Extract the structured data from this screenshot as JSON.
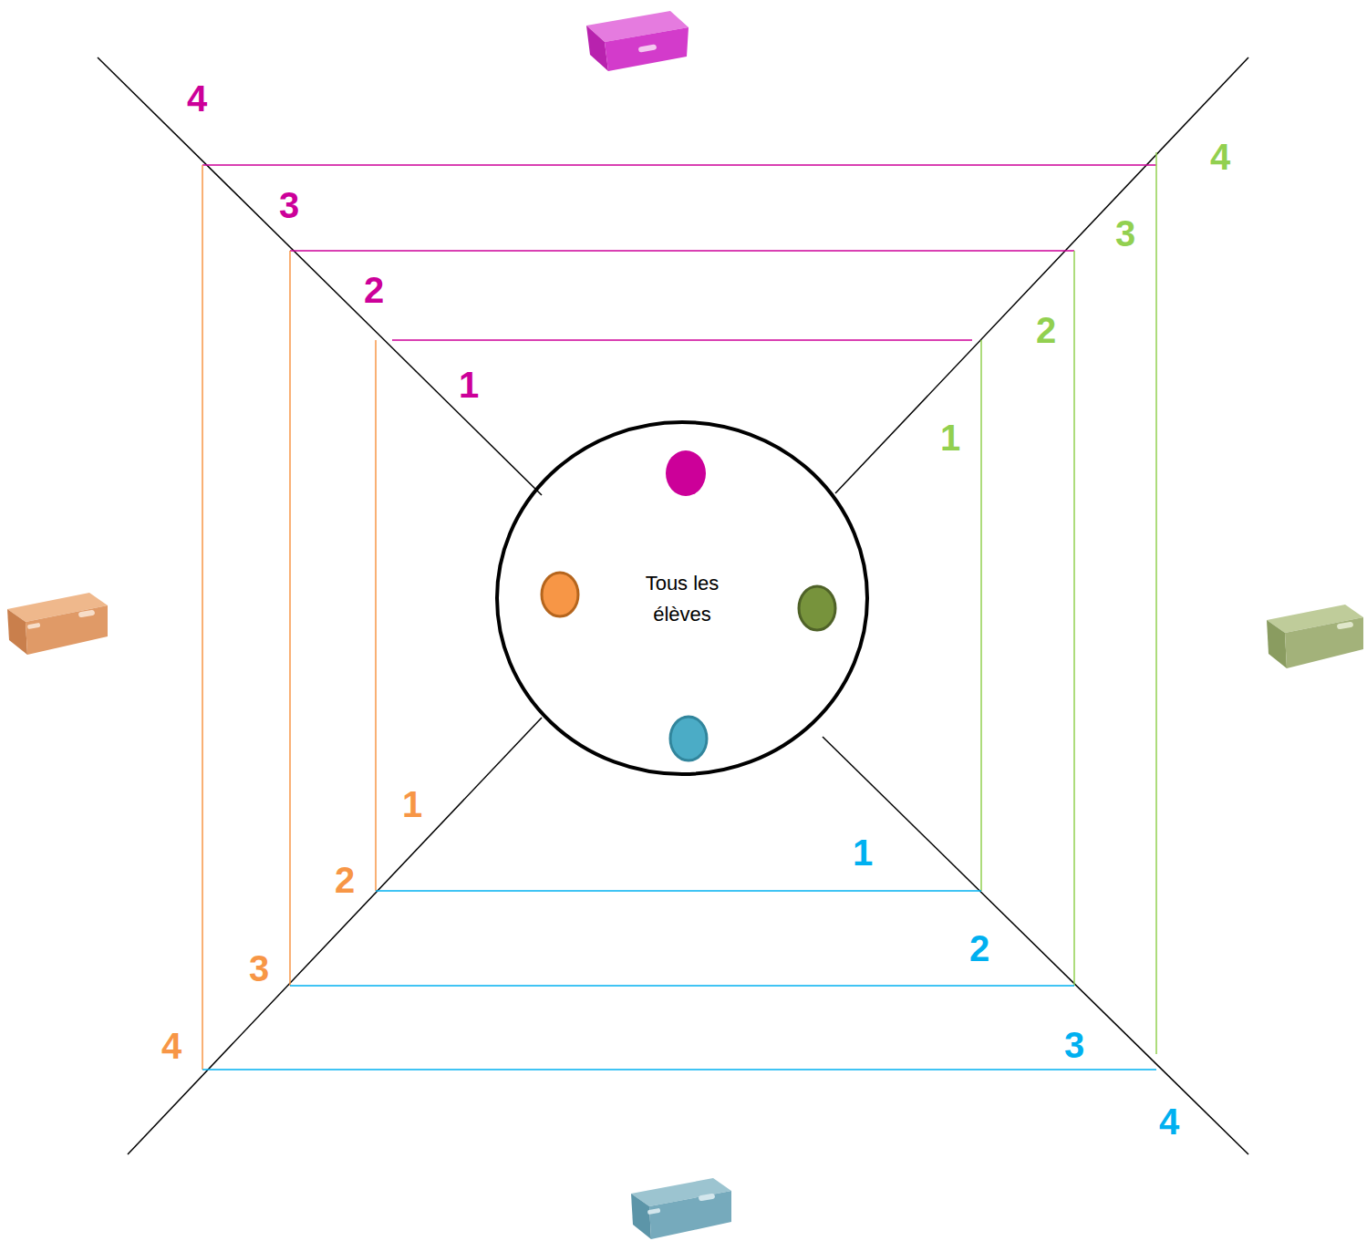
{
  "diagram": {
    "nodes": [
      {
        "text": [
          "Tous les élèves"
        ]
      }
    ],
    "labels": [
      "1",
      "2",
      "3",
      "4",
      "1",
      "2",
      "3",
      "4",
      "1",
      "2",
      "3",
      "4",
      "1",
      "2",
      "3",
      "4"
    ]
  }
}
